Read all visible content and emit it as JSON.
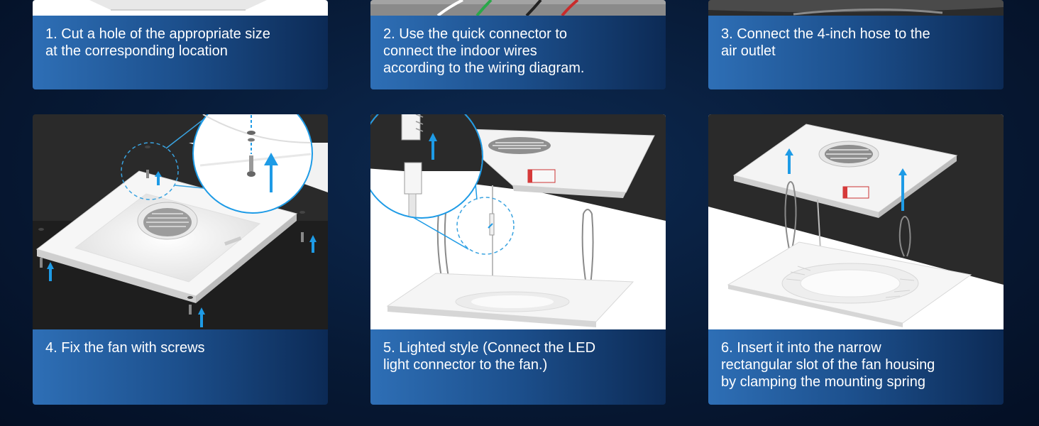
{
  "steps": [
    {
      "text": "1. Cut a hole of the appropriate size\nat the corresponding location"
    },
    {
      "text": "2. Use the quick connector to\nconnect the indoor wires\naccording to the wiring diagram."
    },
    {
      "text": "3. Connect the 4-inch hose to the\nair outlet"
    },
    {
      "text": "4. Fix the fan with screws"
    },
    {
      "text": "5. Lighted style (Connect the LED\nlight connector to the fan.)"
    },
    {
      "text": "6. Insert it into the narrow\nrectangular slot of the fan housing\nby clamping the mounting spring"
    }
  ],
  "colors": {
    "accent_arrow": "#1e9be6",
    "caption_start": "#2e6fb6",
    "caption_end": "#0c2a55",
    "background": "#071a36"
  }
}
